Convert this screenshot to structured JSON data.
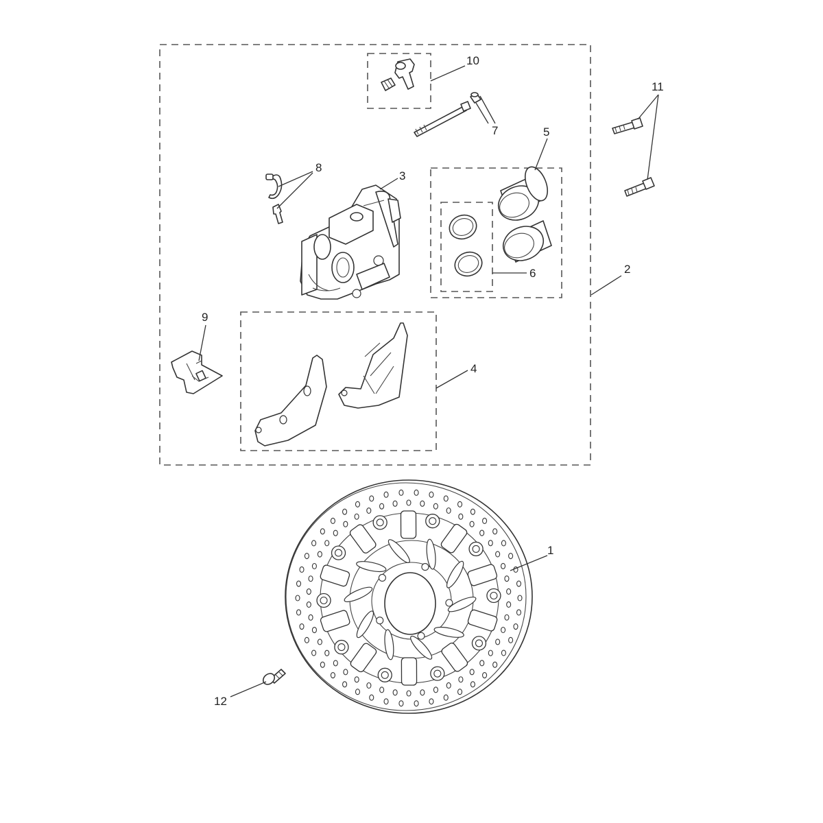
{
  "diagram": {
    "callouts": [
      "1",
      "2",
      "3",
      "4",
      "5",
      "6",
      "7",
      "8",
      "9",
      "10",
      "11",
      "12"
    ]
  },
  "icons": {
    "disc": "brake-disc",
    "caliper": "brake-caliper",
    "pads": "brake-pads",
    "pistons": "caliper-pistons",
    "seals": "piston-seals",
    "pin": "pad-retaining-pin",
    "bleed": "bleed-nipple",
    "spring": "pad-spring",
    "caps": "bleed-caps",
    "bolt": "mounting-bolt",
    "screw": "disc-screw"
  }
}
